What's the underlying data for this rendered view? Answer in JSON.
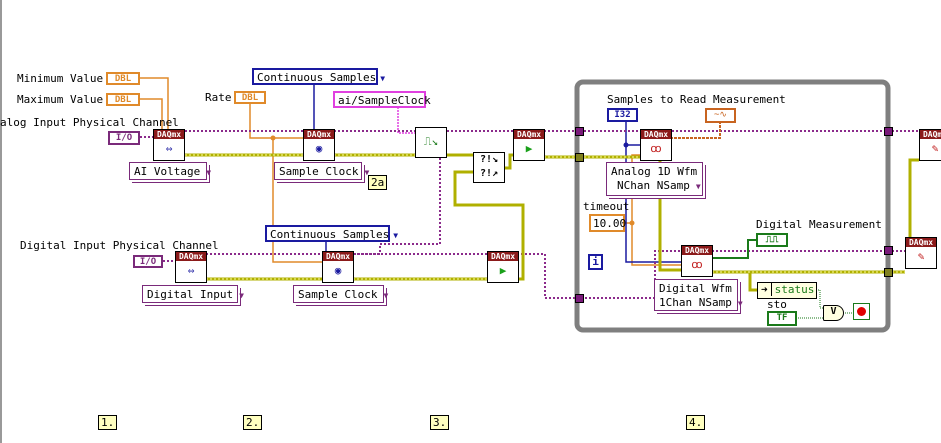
{
  "colors": {
    "task_wire": "#8b2a8b",
    "error_wire": "#c8c800",
    "dbl": "#e08a2a",
    "i32": "#1a1aa0",
    "string": "#e040e0",
    "boolean": "#1a7a1a",
    "node_header": "#8b1a1a",
    "loop_border": "#7f7f7f"
  },
  "labels": {
    "min": "Minimum Value",
    "max": "Maximum Value",
    "ai_chan": "alog Input Physical Channel",
    "rate": "Rate",
    "di_chan": "Digital Input Physical Channel",
    "samples_to_read": "Samples to Read Measurement",
    "timeout": "timeout",
    "digital_meas": "Digital Measurement",
    "sto": "sto"
  },
  "terminals": {
    "dbl": "DBL",
    "io": "I/O",
    "i32": "I32",
    "tf": "TF",
    "iter": "i",
    "timeout_value": "10.00",
    "status": "status",
    "or": "V"
  },
  "rings": {
    "ai_voltage": "AI Voltage",
    "sample_clock_1": "Sample Clock",
    "digital_input": "Digital Input",
    "sample_clock_2": "Sample Clock",
    "read_analog_1": "Analog 1D Wfm",
    "read_analog_2": "NChan NSamp",
    "read_digital_1": "Digital Wfm",
    "read_digital_2": "1Chan NSamp"
  },
  "enums": {
    "cont_1": "Continuous Samples",
    "cont_2": "Continuous Samples"
  },
  "string_const": "ai/SampleClock",
  "node_header": "DAQmx",
  "steps": [
    "1.",
    "2.",
    "2a",
    "3.",
    "4."
  ]
}
